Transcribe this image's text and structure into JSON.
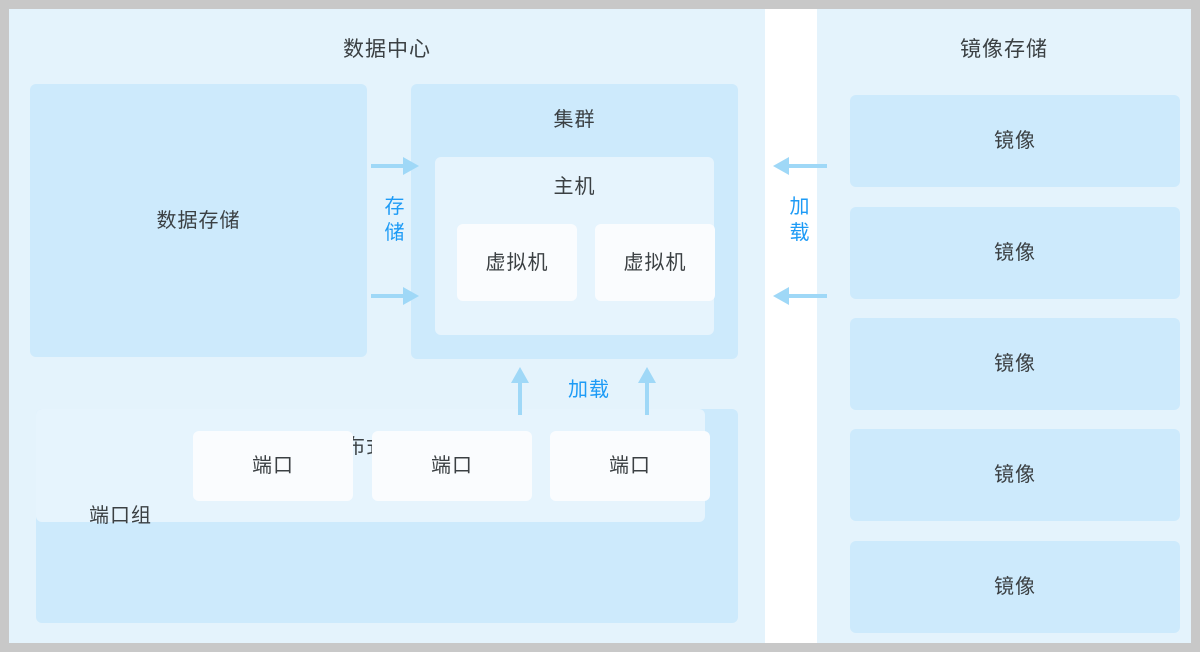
{
  "diagram": {
    "title": "数据中心",
    "datacenter": {
      "title": "数据中心",
      "datastore": {
        "label": "数据存储"
      },
      "cluster": {
        "title": "集群",
        "host": {
          "title": "主机",
          "vms": [
            {
              "label": "虚拟机"
            },
            {
              "label": "虚拟机"
            }
          ]
        }
      },
      "dswitch": {
        "title": "分布式交换机",
        "portgroup_label": "端口组",
        "ports": [
          {
            "label": "端口"
          },
          {
            "label": "端口"
          },
          {
            "label": "端口"
          }
        ]
      }
    },
    "image_storage": {
      "title": "镜像存储",
      "images": [
        {
          "label": "镜像"
        },
        {
          "label": "镜像"
        },
        {
          "label": "镜像"
        },
        {
          "label": "镜像"
        },
        {
          "label": "镜像"
        }
      ]
    },
    "connectors": {
      "store_label": "存\n储",
      "load_right_label": "加\n载",
      "load_bottom_label": "加载"
    },
    "colors": {
      "panel_bg": "#e4f3fc",
      "box_blue": "#cdeafc",
      "box_pale": "#e6f4fd",
      "box_white": "#fafcfe",
      "text": "#3b4043",
      "accent": "#1d9bf6",
      "arrow": "#9fd8f7",
      "page_border": "#c8c8c8"
    }
  }
}
